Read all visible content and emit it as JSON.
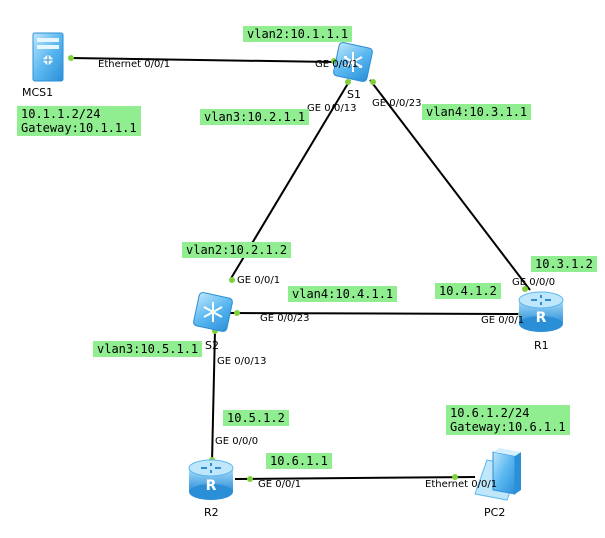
{
  "devices": {
    "mcs1": {
      "name": "MCS1",
      "icon": "server-icon"
    },
    "s1": {
      "name": "S1",
      "icon": "switch-icon"
    },
    "s2": {
      "name": "S2",
      "icon": "switch-icon"
    },
    "r1": {
      "name": "R1",
      "icon": "router-icon"
    },
    "r2": {
      "name": "R2",
      "icon": "router-icon"
    },
    "pc2": {
      "name": "PC2",
      "icon": "pc-icon"
    }
  },
  "ports": {
    "mcs1_eth": "Ethernet 0/0/1",
    "s1_ge001": "GE 0/0/1",
    "s1_ge0013": "GE 0/0/13",
    "s1_ge0023": "GE 0/0/23",
    "s2_ge001": "GE 0/0/1",
    "s2_ge0023": "GE 0/0/23",
    "s2_ge0013": "GE 0/0/13",
    "r1_ge000": "GE 0/0/0",
    "r1_ge001": "GE 0/0/1",
    "r2_ge000": "GE 0/0/0",
    "r2_ge001": "GE 0/0/1",
    "pc2_eth": "Ethernet 0/0/1"
  },
  "notes": {
    "s1_vlan2": "vlan2:10.1.1.1",
    "mcs1_addr": "10.1.1.2/24\nGateway:10.1.1.1",
    "s1_vlan3": "vlan3:10.2.1.1",
    "s1_vlan4": "vlan4:10.3.1.1",
    "s2_vlan2": "vlan2:10.2.1.2",
    "r1_addr_ge000": "10.3.1.2",
    "s2_vlan4": "vlan4:10.4.1.1",
    "r1_addr_ge001": "10.4.1.2",
    "s2_vlan3": "vlan3:10.5.1.1",
    "r2_addr_ge000": "10.5.1.2",
    "pc2_addr": "10.6.1.2/24\nGateway:10.6.1.1",
    "r2_addr_ge001": "10.6.1.1"
  },
  "colors": {
    "link": "#000000",
    "port_dot": "#7fd13b",
    "note_bg": "#90ee90",
    "device_blue": "#5bb8f0",
    "device_dark": "#2b8fd8"
  }
}
